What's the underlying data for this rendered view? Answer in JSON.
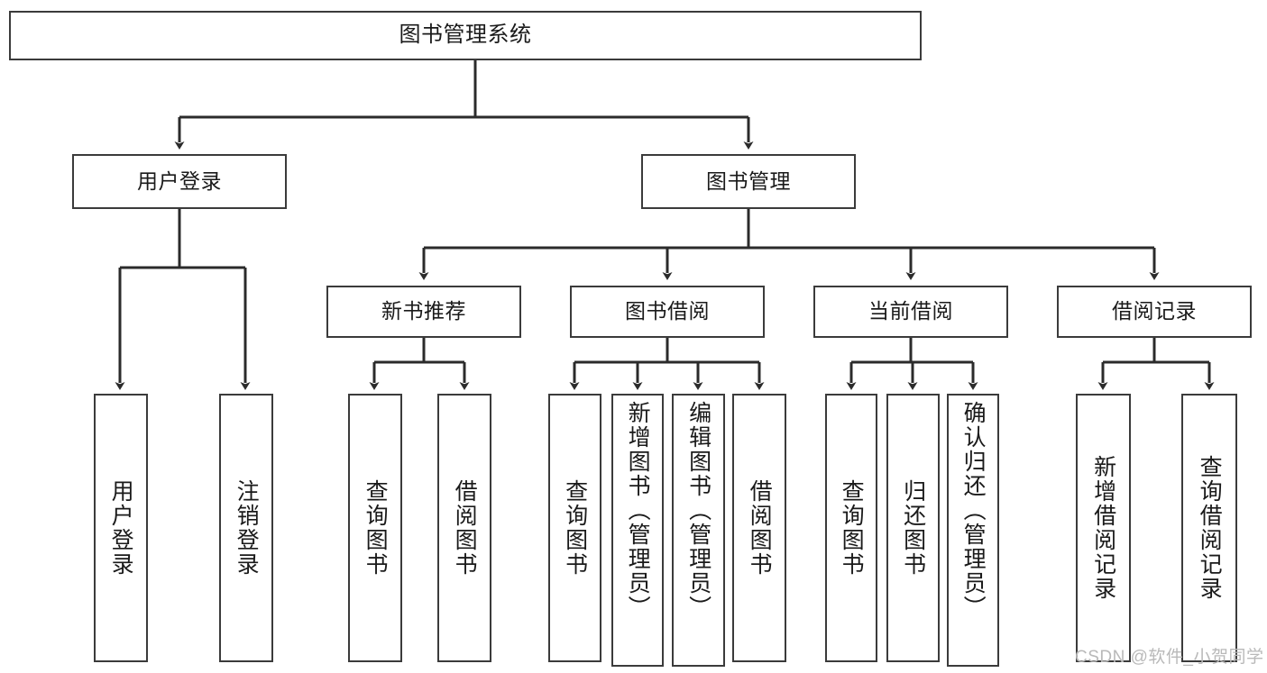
{
  "diagram": {
    "title": "图书管理系统",
    "type": "tree-structure-chart",
    "watermark": "CSDN @软件_小贺同学",
    "colors": {
      "node_border": "#3b3b3b",
      "node_fill": "#ffffff",
      "edge": "#2b2b2b",
      "text": "#1a1a1a",
      "watermark": "#b9b9b9",
      "background": "#ffffff"
    }
  },
  "nodes": {
    "root": {
      "label": "图书管理系统"
    },
    "level2": [
      {
        "label": "用户登录"
      },
      {
        "label": "图书管理"
      }
    ],
    "level3": [
      {
        "label": "新书推荐"
      },
      {
        "label": "图书借阅"
      },
      {
        "label": "当前借阅"
      },
      {
        "label": "借阅记录"
      }
    ],
    "leaves": {
      "user_login": [
        {
          "label": "用户登录"
        },
        {
          "label": "注销登录"
        }
      ],
      "new_book_recommend": [
        {
          "label": "查询图书"
        },
        {
          "label": "借阅图书"
        }
      ],
      "book_borrow": [
        {
          "label": "查询图书"
        },
        {
          "label": "新增图书（管理员）"
        },
        {
          "label": "编辑图书（管理员）"
        },
        {
          "label": "借阅图书"
        }
      ],
      "current_borrow": [
        {
          "label": "查询图书"
        },
        {
          "label": "归还图书"
        },
        {
          "label": "确认归还（管理员）"
        }
      ],
      "borrow_records": [
        {
          "label": "新增借阅记录"
        },
        {
          "label": "查询借阅记录"
        }
      ]
    }
  },
  "tree_data": {
    "name": "图书管理系统",
    "children": [
      {
        "name": "用户登录",
        "children": [
          {
            "name": "用户登录"
          },
          {
            "name": "注销登录"
          }
        ]
      },
      {
        "name": "图书管理",
        "children": [
          {
            "name": "新书推荐",
            "children": [
              {
                "name": "查询图书"
              },
              {
                "name": "借阅图书"
              }
            ]
          },
          {
            "name": "图书借阅",
            "children": [
              {
                "name": "查询图书"
              },
              {
                "name": "新增图书（管理员）"
              },
              {
                "name": "编辑图书（管理员）"
              },
              {
                "name": "借阅图书"
              }
            ]
          },
          {
            "name": "当前借阅",
            "children": [
              {
                "name": "查询图书"
              },
              {
                "name": "归还图书"
              },
              {
                "name": "确认归还（管理员）"
              }
            ]
          },
          {
            "name": "借阅记录",
            "children": [
              {
                "name": "新增借阅记录"
              },
              {
                "name": "查询借阅记录"
              }
            ]
          }
        ]
      }
    ]
  }
}
